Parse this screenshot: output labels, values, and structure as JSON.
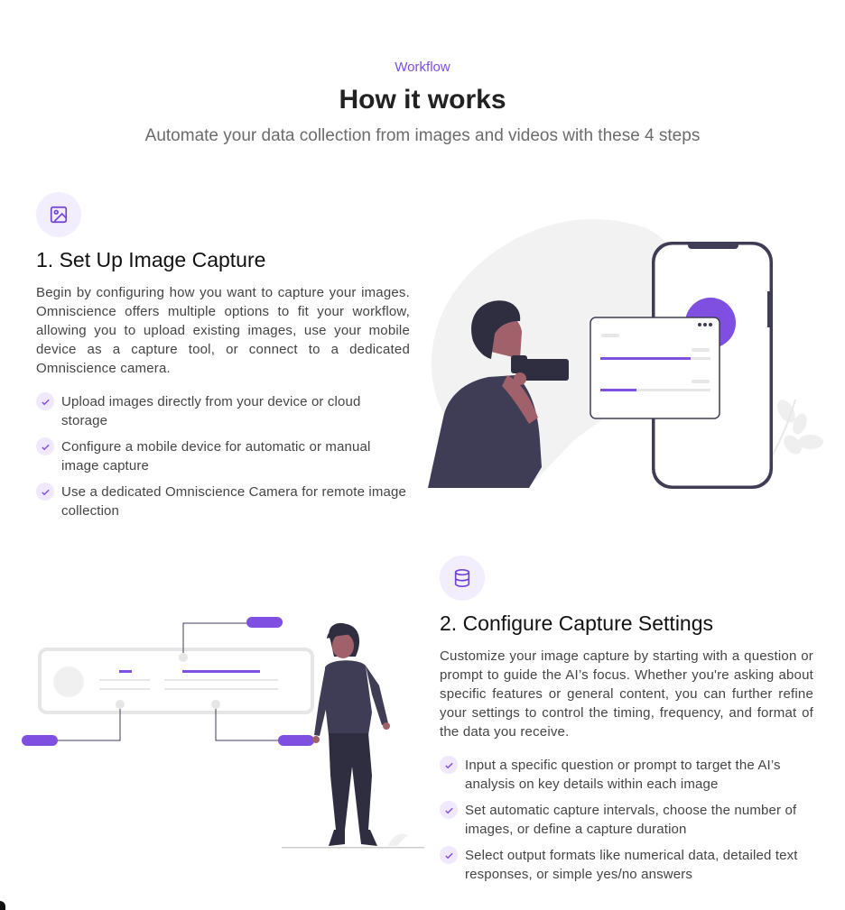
{
  "header": {
    "eyebrow": "Workflow",
    "title": "How it works",
    "subtitle": "Automate your data collection from images and videos with these 4 steps"
  },
  "steps": [
    {
      "icon": "image-icon",
      "title": "1. Set Up Image Capture",
      "description": "Begin by configuring how you want to capture your images. Omniscience offers multiple options to fit your workflow, allowing you to upload existing images, use your mobile device as a capture tool, or connect to a dedicated Omniscience camera.",
      "bullets": [
        "Upload images directly from your device or cloud storage",
        "Configure a mobile device for automatic or manual image capture",
        "Use a dedicated Omniscience Camera for remote image collection"
      ]
    },
    {
      "icon": "database-icon",
      "title": "2. Configure Capture Settings",
      "description": "Customize your image capture by starting with a question or prompt to guide the AI’s focus. Whether you're asking about specific features or general content, you can further refine your settings to control the timing, frequency, and format of the data you receive.",
      "bullets": [
        "Input a specific question or prompt to target the AI’s analysis on key details within each image",
        "Set automatic capture intervals, choose the number of images, or define a capture duration",
        "Select output formats like numerical data, detailed text responses, or simple yes/no answers"
      ]
    }
  ],
  "colors": {
    "accent": "#7e4fe0",
    "accent_light": "#f3eefd",
    "figure_dark": "#3f3d56",
    "skin": "#a0616a",
    "hair": "#2f2e41"
  }
}
